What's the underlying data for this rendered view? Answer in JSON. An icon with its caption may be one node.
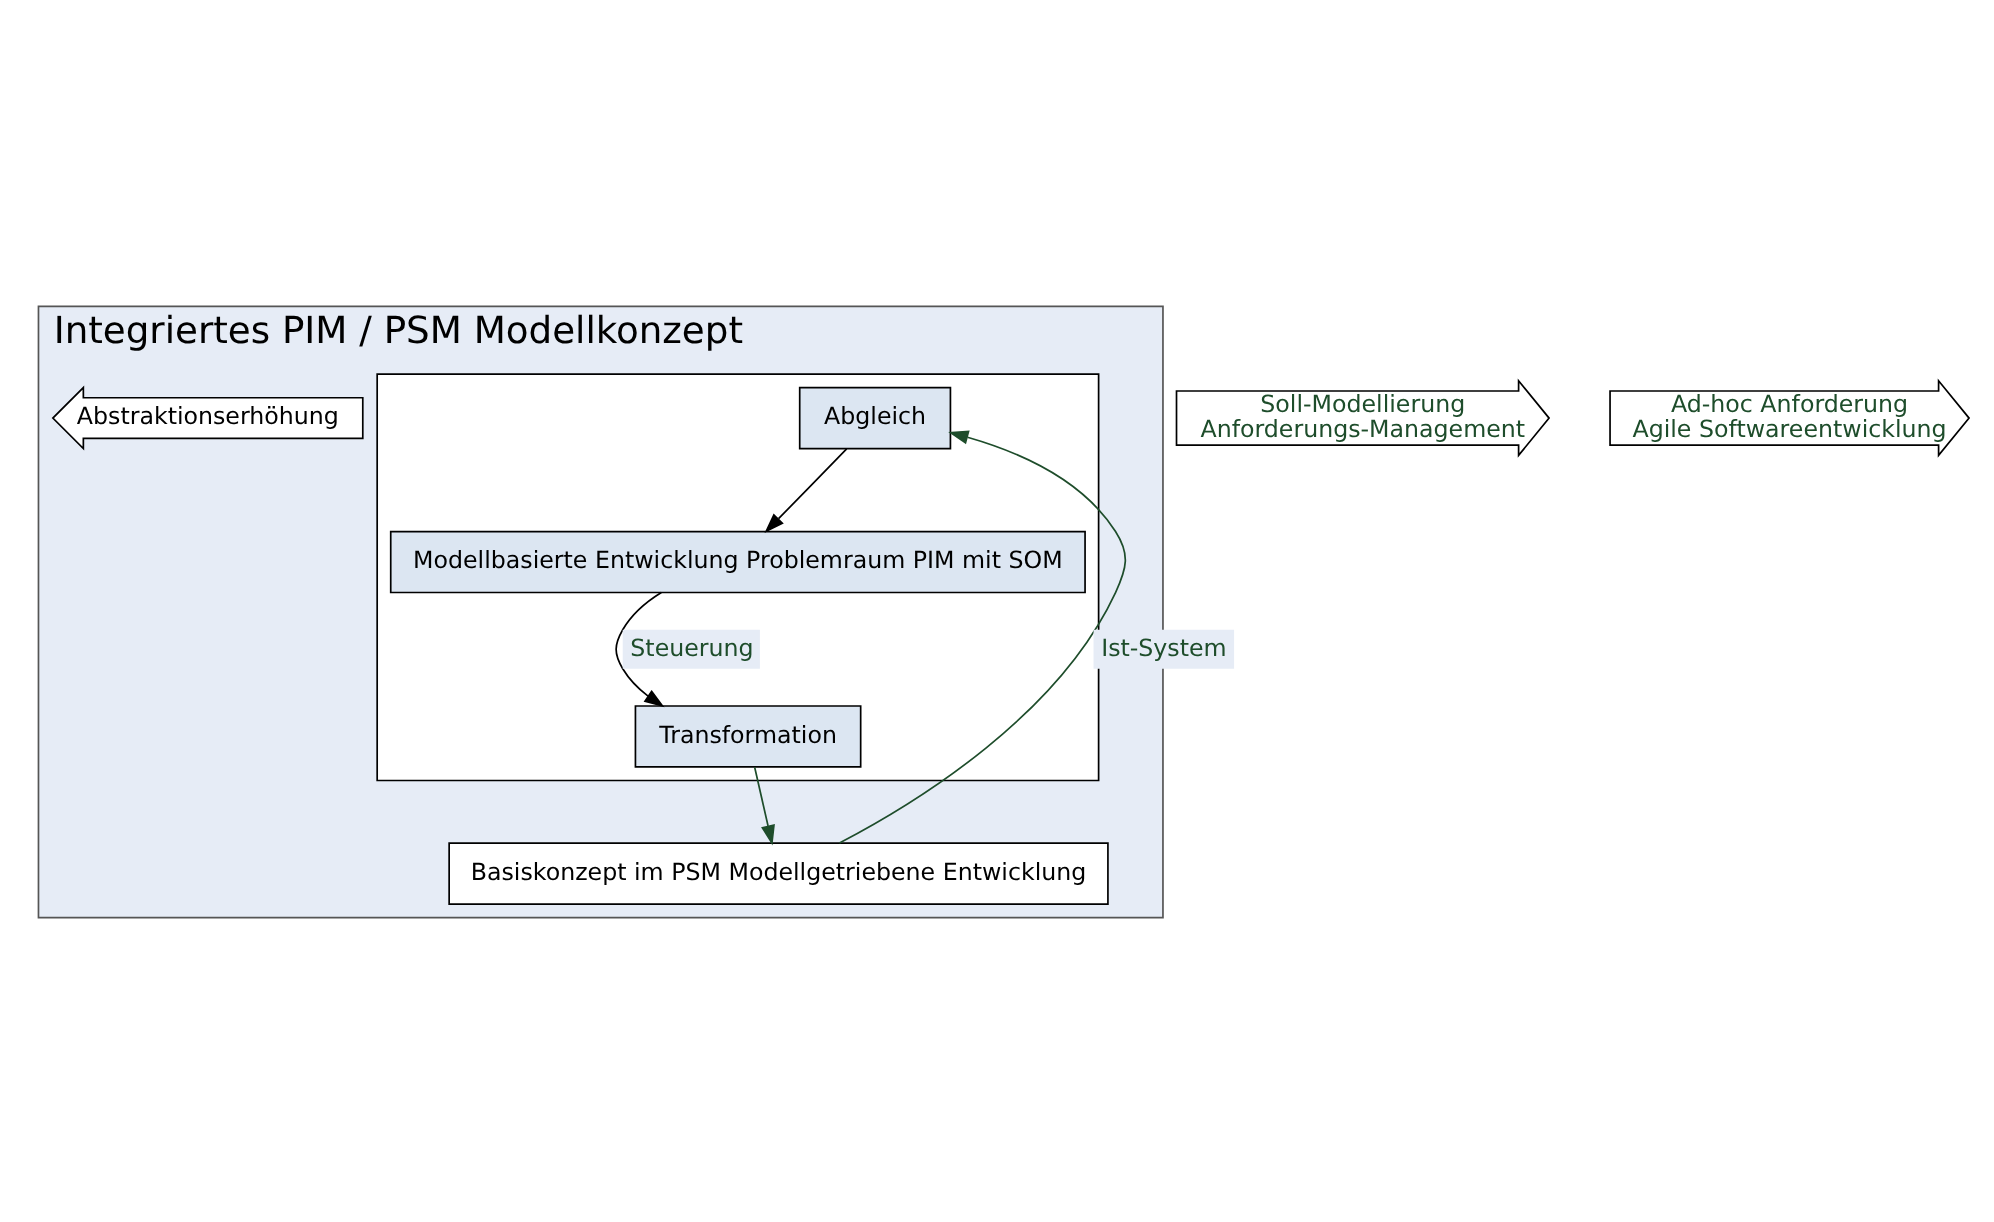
{
  "diagram": {
    "nodes": [
      {
        "text": [
          "Integriertes PIM / PSM Modellkonzept"
        ]
      },
      {
        "text": [],
        "shape": "box",
        "in": 0
      },
      {
        "text": [
          "Modellbasierte Entwicklung Problemraum PIM mit SOM"
        ],
        "in": 1
      },
      {
        "text": [
          "Abgleich"
        ],
        "in": 1
      },
      {
        "text": [
          "Transformation"
        ],
        "in": 1
      },
      {
        "text": [
          "Basiskonzept im PSM Modellgetriebene Entwicklung"
        ],
        "in": 0
      },
      {
        "text": [
          "Abstraktionserhöhung"
        ],
        "in": 0
      },
      {
        "text": [
          "Soll-Modellierung",
          "Anforderungs-Management"
        ]
      },
      {
        "text": [
          "Ad-hoc Anforderung",
          "Agile Softwareentwicklung"
        ]
      }
    ],
    "edges": [
      {
        "from": 3,
        "to": 2,
        "arrow": "to"
      },
      {
        "from": 2,
        "to": 4,
        "arrow": "to",
        "label": "Steuerung"
      },
      {
        "from": 4,
        "to": 5,
        "arrow": "to",
        "color": "#1e4d2b"
      },
      {
        "from": 5,
        "to": 3,
        "arrow": "to",
        "label": "Ist-System",
        "color": "#1e4d2b"
      }
    ]
  }
}
